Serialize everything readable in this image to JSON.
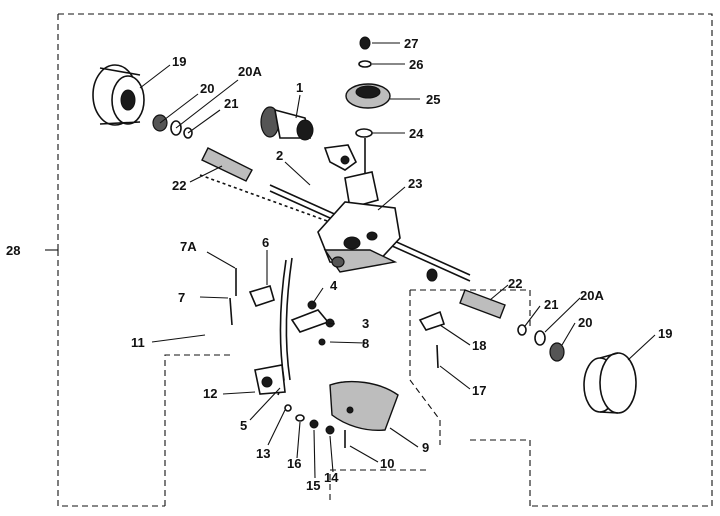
{
  "diagram": {
    "labels": {
      "l1": "1",
      "l2": "2",
      "l3": "3",
      "l4": "4",
      "l5": "5",
      "l7": "7",
      "l7a": "7A",
      "l6": "6",
      "l8": "8",
      "l9": "9",
      "l10": "10",
      "l11": "11",
      "l12": "12",
      "l13": "13",
      "l14": "14",
      "l15": "15",
      "l16": "16",
      "l17": "17",
      "l18": "18",
      "l19a": "19",
      "l19b": "19",
      "l20a": "20",
      "l20b": "20",
      "l20Aa": "20A",
      "l20Ab": "20A",
      "l21a": "21",
      "l21b": "21",
      "l22a": "22",
      "l22b": "22",
      "l23": "23",
      "l24": "24",
      "l25": "25",
      "l26": "26",
      "l27": "27",
      "l28": "28"
    }
  }
}
